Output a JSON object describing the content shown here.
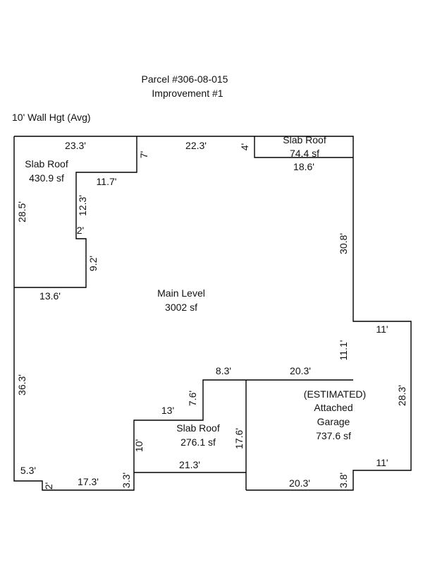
{
  "header": {
    "parcel": "Parcel #306-08-015",
    "improvement": "Improvement #1",
    "wall_height": "10' Wall Hgt (Avg)"
  },
  "areas": {
    "slab_roof_left": {
      "title": "Slab Roof",
      "size": "430.9 sf"
    },
    "slab_roof_top": {
      "title": "Slab Roof",
      "size": "74.4 sf"
    },
    "main_level": {
      "title": "Main Level",
      "size": "3002 sf"
    },
    "garage": {
      "line1": "(ESTIMATED)",
      "line2": "Attached",
      "line3": "Garage",
      "size": "737.6 sf"
    },
    "slab_roof_bottom": {
      "title": "Slab Roof",
      "size": "276.1 sf"
    }
  },
  "dimensions": {
    "d_23_3": "23.3'",
    "d_7": "7'",
    "d_22_3": "22.3'",
    "d_4": "4'",
    "d_18_6": "18.6'",
    "d_11_7": "11.7'",
    "d_12_3": "12.3'",
    "d_28_5": "28.5'",
    "d_2_left": "2'",
    "d_9_2": "9.2'",
    "d_13_6": "13.6'",
    "d_30_8": "30.8'",
    "d_11_top": "11'",
    "d_11_1": "11.1'",
    "d_20_3_top": "20.3'",
    "d_8_3": "8.3'",
    "d_7_6": "7.6'",
    "d_13": "13'",
    "d_36_3": "36.3'",
    "d_28_3": "28.3'",
    "d_10": "10'",
    "d_17_6": "17.6'",
    "d_21_3": "21.3'",
    "d_11_bottom": "11'",
    "d_5_3": "5.3'",
    "d_2_bottom": "2'",
    "d_17_3": "17.3'",
    "d_3_3": "3.3'",
    "d_20_3_bottom": "20.3'",
    "d_3_8": "3.8'"
  }
}
